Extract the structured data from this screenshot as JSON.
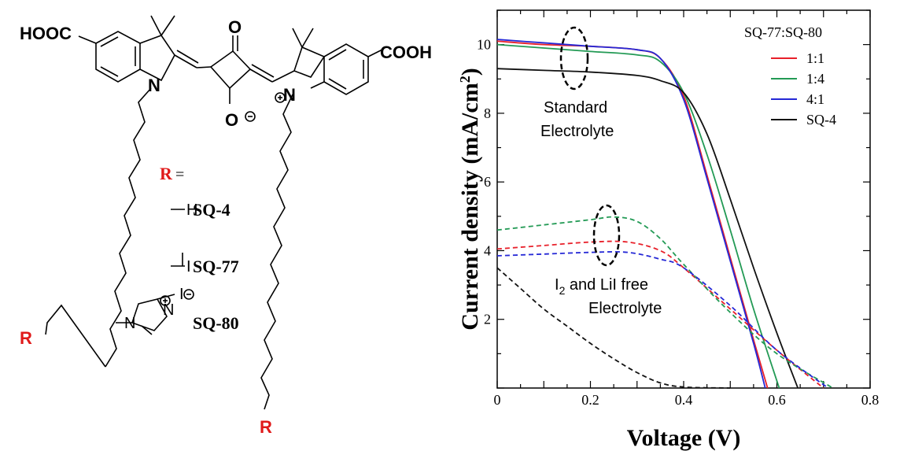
{
  "structure": {
    "substituent_cooh_left": "HOOC",
    "substituent_cooh_right": "COOH",
    "ketone_o": "O",
    "oxide_o": "O",
    "n_left": "N",
    "n_right": "N",
    "r_group": "R",
    "r_equals_label": "R",
    "r_equals_sign": "=",
    "variants": [
      {
        "substituent": "H",
        "name": "SQ-4"
      },
      {
        "substituent": "I",
        "name": "SQ-77"
      },
      {
        "substituent": "imidazolium",
        "name": "SQ-80"
      }
    ],
    "iodide": "I",
    "imid_n1": "N",
    "imid_n2": "N",
    "r_color": "#e01a1a"
  },
  "chart_data": {
    "type": "line",
    "xlabel": "Voltage (V)",
    "ylabel": "Current density (mA/cm2)",
    "xlim": [
      0,
      0.8
    ],
    "ylim": [
      0,
      11
    ],
    "xticks": [
      "0",
      "0.2",
      "0.4",
      "0.6",
      "0.8"
    ],
    "yticks": [
      "2",
      "4",
      "6",
      "8",
      "10"
    ],
    "legend_title": "SQ-77:SQ-80",
    "legend_position": "top-right",
    "annotations": {
      "standard_line1": "Standard",
      "standard_line2": "Electrolyte",
      "free_line1_prefix": "I",
      "free_line1_sub": "2",
      "free_line1_rest": " and LiI free",
      "free_line2": "Electrolyte"
    },
    "series": [
      {
        "name": "1:1",
        "color": "#e8202a",
        "style": "solid",
        "x": [
          0,
          0.1,
          0.2,
          0.3,
          0.35,
          0.4,
          0.45,
          0.5,
          0.55,
          0.58
        ],
        "y": [
          10.1,
          10.0,
          9.95,
          9.85,
          9.6,
          8.5,
          6.2,
          3.8,
          1.4,
          0
        ]
      },
      {
        "name": "1:4",
        "color": "#239a55",
        "style": "solid",
        "x": [
          0,
          0.1,
          0.2,
          0.3,
          0.35,
          0.4,
          0.45,
          0.5,
          0.55,
          0.605
        ],
        "y": [
          10.0,
          9.9,
          9.8,
          9.7,
          9.5,
          8.6,
          6.8,
          4.6,
          2.3,
          0
        ]
      },
      {
        "name": "4:1",
        "color": "#2528d6",
        "style": "solid",
        "x": [
          0,
          0.1,
          0.2,
          0.3,
          0.35,
          0.4,
          0.45,
          0.5,
          0.55,
          0.575
        ],
        "y": [
          10.15,
          10.05,
          9.95,
          9.85,
          9.6,
          8.4,
          6.1,
          3.7,
          1.3,
          0
        ]
      },
      {
        "name": "SQ-4",
        "color": "#111111",
        "style": "solid",
        "x": [
          0,
          0.1,
          0.2,
          0.3,
          0.35,
          0.4,
          0.45,
          0.5,
          0.55,
          0.6,
          0.645
        ],
        "y": [
          9.3,
          9.25,
          9.2,
          9.1,
          8.95,
          8.6,
          7.4,
          5.5,
          3.5,
          1.6,
          0
        ]
      },
      {
        "name": "",
        "color": "#e8202a",
        "style": "dashed",
        "x": [
          0,
          0.1,
          0.2,
          0.28,
          0.35,
          0.4,
          0.5,
          0.6,
          0.7
        ],
        "y": [
          4.05,
          4.15,
          4.25,
          4.25,
          4.0,
          3.5,
          2.3,
          1.1,
          0
        ]
      },
      {
        "name": "",
        "color": "#239a55",
        "style": "dashed",
        "x": [
          0,
          0.1,
          0.2,
          0.25,
          0.3,
          0.35,
          0.4,
          0.5,
          0.6,
          0.72
        ],
        "y": [
          4.6,
          4.75,
          4.9,
          4.98,
          4.85,
          4.35,
          3.6,
          2.2,
          1.0,
          0
        ]
      },
      {
        "name": "",
        "color": "#2528d6",
        "style": "dashed",
        "x": [
          0,
          0.1,
          0.2,
          0.28,
          0.35,
          0.4,
          0.5,
          0.6,
          0.71
        ],
        "y": [
          3.85,
          3.9,
          3.95,
          3.95,
          3.75,
          3.5,
          2.4,
          1.1,
          0
        ]
      },
      {
        "name": "",
        "color": "#111111",
        "style": "dashed",
        "x": [
          0,
          0.05,
          0.1,
          0.15,
          0.2,
          0.25,
          0.3,
          0.35,
          0.4,
          0.5
        ],
        "y": [
          3.5,
          2.9,
          2.3,
          1.8,
          1.3,
          0.85,
          0.45,
          0.15,
          0.03,
          0
        ]
      }
    ]
  }
}
